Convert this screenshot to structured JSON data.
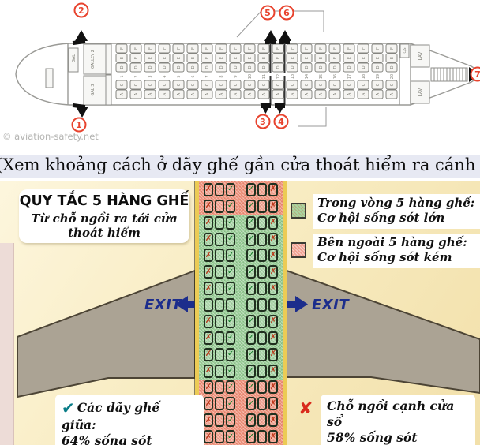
{
  "top_diagram": {
    "watermark": "© aviation-safety.net",
    "galley_nose": "GAL",
    "galley_2": "GALLEY 2",
    "galley_3": "GAL 3",
    "lav": "LAV",
    "cs": "C/S",
    "seat_letters_upper": [
      "F",
      "E",
      "D"
    ],
    "seat_letters_lower": [
      "C",
      "A"
    ],
    "row_count": 20,
    "exits": [
      "1",
      "2",
      "3",
      "4",
      "5",
      "6",
      "7"
    ]
  },
  "caption": {
    "text": "(Xem khoảng cách ở dãy ghế gần cửa thoát hiểm ra cánh máy bay ở hình dưới"
  },
  "rule_diagram": {
    "title": "QUY TẮC 5 HÀNG GHẾ",
    "subtitle": "Từ chỗ ngồi ra tới cửa thoát hiểm",
    "legend": [
      {
        "swatch": "green",
        "line1": "Trong vòng 5 hàng ghế:",
        "line2": "Cơ hội sống sót lớn"
      },
      {
        "swatch": "red",
        "line1": "Bên ngoài 5 hàng ghế:",
        "line2": "Cơ hội sống sót kém"
      }
    ],
    "exit_left": "EXIT",
    "exit_right": "EXIT",
    "note_left": {
      "mark": "✔",
      "line1": "Các dãy ghế giữa:",
      "line2": "64% sống sót"
    },
    "note_right": {
      "mark": "✘",
      "line1": "Chỗ ngồi cạnh cửa sổ",
      "line2": "58% sống sót"
    },
    "check_glyph": "✓",
    "x_glyph": "✗",
    "rows": [
      {
        "zone": "red",
        "marked": true
      },
      {
        "zone": "red",
        "marked": true
      },
      {
        "zone": "green",
        "marked": true
      },
      {
        "zone": "green",
        "marked": true
      },
      {
        "zone": "green",
        "marked": true
      },
      {
        "zone": "green",
        "marked": true
      },
      {
        "zone": "green",
        "marked": true
      },
      {
        "zone": "green",
        "marked": false
      },
      {
        "zone": "green",
        "marked": true
      },
      {
        "zone": "green",
        "marked": true
      },
      {
        "zone": "green",
        "marked": true
      },
      {
        "zone": "green",
        "marked": true
      },
      {
        "zone": "red",
        "marked": true
      },
      {
        "zone": "red",
        "marked": true
      },
      {
        "zone": "red",
        "marked": true
      },
      {
        "zone": "red",
        "marked": true
      }
    ]
  },
  "colors": {
    "exit_number_red": "#e8432e",
    "exit_blue": "#1c2d8c",
    "zone_green": "#9cd09a",
    "zone_red": "#f0957f",
    "check_green": "#0e7a22",
    "x_red": "#ba3316",
    "wing_gray": "#aba394",
    "background_cream": "#f8ecc2",
    "caption_highlight": "#e7e9f3"
  }
}
